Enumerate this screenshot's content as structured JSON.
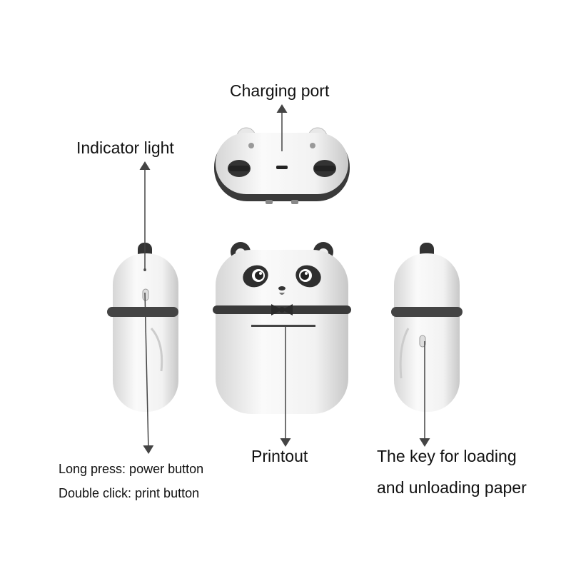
{
  "labels": {
    "charging_port": "Charging port",
    "indicator_light": "Indicator light",
    "printout": "Printout",
    "paper_key_line1": "The key for loading",
    "paper_key_line2": "and unloading paper",
    "power_button": "Long press: power button",
    "print_button": "Double click: print button"
  }
}
